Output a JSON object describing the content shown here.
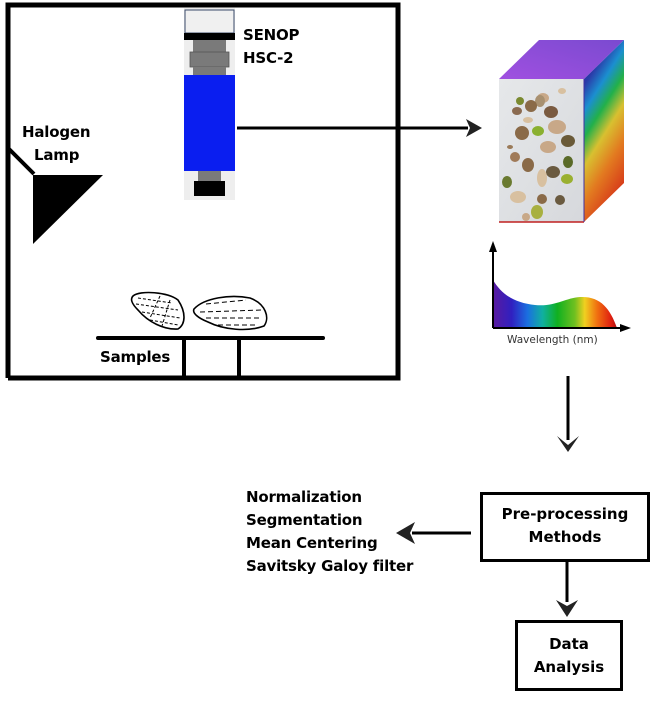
{
  "setup": {
    "camera_label_line1": "SENOP",
    "camera_label_line2": "HSC-2",
    "lamp_label_line1": "Halogen",
    "lamp_label_line2": "Lamp",
    "samples_label": "Samples"
  },
  "hypercube": {
    "description": "Hyperspectral data cube with pistachio sample image on front face and spectral gradient on sides"
  },
  "spectrum": {
    "x_axis_label": "Wavelength (nm)"
  },
  "preprocessing": {
    "box_line1": "Pre-processing",
    "box_line2": "Methods",
    "methods": [
      "Normalization",
      "Segmentation",
      "Mean Centering",
      "Savitsky Galoy filter"
    ]
  },
  "analysis": {
    "box_line1": "Data",
    "box_line2": "Analysis"
  },
  "colors": {
    "camera_body": "#0a1ef0",
    "camera_lens": "#7a7a7a",
    "camera_housing": "#f0f0f0",
    "cube_top": "#9a4fe0",
    "line": "#000000"
  }
}
